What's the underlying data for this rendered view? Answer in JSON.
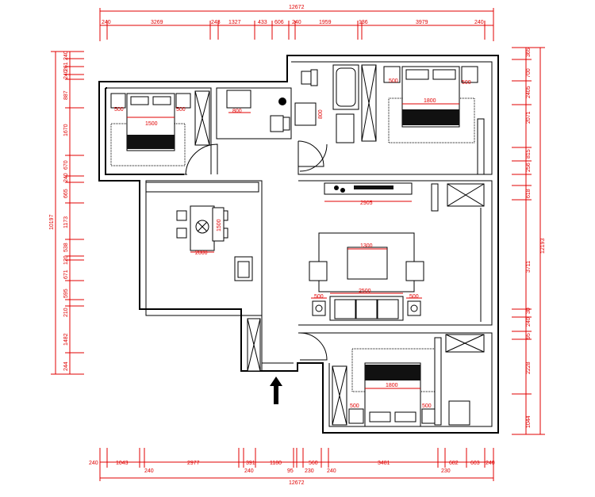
{
  "dimensions": {
    "top_overall": "12672",
    "top": [
      "240",
      "3269",
      "243",
      "1327",
      "433",
      "606",
      "240",
      "1959",
      "136",
      "3979",
      "240"
    ],
    "bottom_overall": "12672",
    "bottom_upper": [
      "240",
      "1043",
      "2977",
      "391",
      "1180",
      "560",
      "3481",
      "682",
      "603",
      "240"
    ],
    "bottom_lower": [
      "240",
      "240",
      "95",
      "230",
      "240",
      "230"
    ],
    "left_overall": "10197",
    "left": [
      "240",
      "261",
      "240",
      "887",
      "1670",
      "670",
      "240",
      "665",
      "1173",
      "538",
      "120",
      "671",
      "595",
      "210",
      "1482",
      "244"
    ],
    "right_overall": "12193",
    "right": [
      "365",
      "700",
      "2405",
      "2071",
      "815",
      "256",
      "618",
      "3711",
      "30",
      "240",
      "95",
      "2228",
      "1044"
    ],
    "room": [
      "500",
      "500",
      "1500",
      "800",
      "800",
      "500",
      "500",
      "1800",
      "2905",
      "2000",
      "1500",
      "1300",
      "500",
      "2500",
      "500",
      "1800",
      "500",
      "500"
    ]
  },
  "icons": [
    "entrance-arrow-icon",
    "bed-icon",
    "toilet-icon",
    "sink-icon",
    "dining-table-icon",
    "sofa-icon",
    "wardrobe-icon",
    "bathtub-icon"
  ]
}
